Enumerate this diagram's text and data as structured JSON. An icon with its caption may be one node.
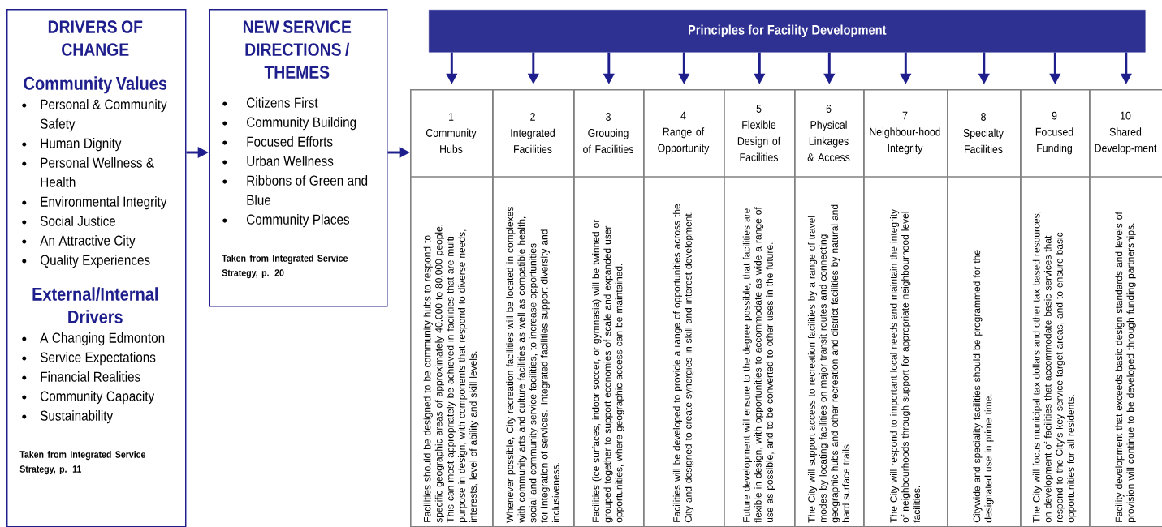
{
  "diagram": {
    "nodes": [
      {
        "text": [
          "DRIVERS OF CHANGE",
          "Community Values",
          "Personal & Community Safety",
          "Human Dignity",
          "Personal Wellness & Health",
          "Environmental Integrity",
          "Social Justice",
          "An Attractive City",
          "Quality Experiences",
          "External/Internal Drivers",
          "A Changing Edmonton",
          "Service Expectations",
          "Financial Realities",
          "Community Capacity",
          "Sustainability",
          "Taken from Integrated Service Strategy, p. 11"
        ]
      },
      {
        "text": [
          "NEW SERVICE DIRECTIONS / THEMES",
          "Citizens First",
          "Community Building",
          "Focused Efforts",
          "Urban Wellness",
          "Ribbons of Green and Blue",
          "Community Places",
          "Taken from Integrated Service Strategy, p. 20"
        ]
      },
      {
        "text": [
          "Principles for Facility Development"
        ]
      },
      {
        "text": [
          "1",
          "Community Hubs",
          "Facilities should be designed to be community hubs to respond to specific geographic areas of approximately 40,000 to 80,000 people. This can most appropriately be achieved in facilities that are multi-purpose in design, with components that respond to diverse needs, interests, level of ability and skill levels."
        ]
      },
      {
        "text": [
          "2",
          "Integrated Facilities",
          "Whenever possible, City recreation facilities will be located in complexes with community arts and culture facilities as well as compatible health, social and community service facilities, to increase opportunities for integration of services. Integrated facilities support diversity and inclusiveness."
        ]
      },
      {
        "text": [
          "3",
          "Grouping of Facilities",
          "Facilities (ice surfaces, indoor soccer, or gymnasia) will be twinned or grouped together to support economies of scale and expanded user opportunities, where geographic access can be maintained."
        ]
      },
      {
        "text": [
          "4",
          "Range of Opportunity",
          "Facilities will be developed to provide a range of opportunities across the City and designed to create synergies in skill and interest development."
        ]
      },
      {
        "text": [
          "5",
          "Flexible Design of Facilities",
          "Future development will ensure to the degree possible, that facilities are flexible in design, with opportunities to accommodate as wide a range of use as possible, and to be converted to other uses in the future."
        ]
      },
      {
        "text": [
          "6",
          "Physical Linkages & Access",
          "The City will support access to recreation facilities by a range of travel modes by locating facilities on major transit routes and connecting geographic hubs and other recreation and district facilities by natural and hard surface trails."
        ]
      },
      {
        "text": [
          "7",
          "Neighbour-hood Integrity",
          "The City will respond to important local needs and maintain the integrity of neighbourhoods through support for appropriate neighbourhood level facilities."
        ]
      },
      {
        "text": [
          "8",
          "Specialty Facilities",
          "Citywide and speciality facilities should be programmed for the designated use in prime time."
        ]
      },
      {
        "text": [
          "9",
          "Focused Funding",
          "The City will focus municipal tax dollars and other tax based resources, on development of facilities that accommodate basic services that respond to the City's key service target areas, and to ensure basic opportunities for all residents."
        ]
      },
      {
        "text": [
          "10",
          "Shared Develop-ment",
          "Facility development that exceeds basic design standards and levels of provision will continue to be developed through funding partnerships."
        ]
      }
    ],
    "edges": [
      {
        "from": 0,
        "to": 1,
        "arrow": "to"
      },
      {
        "from": 1,
        "to": 3,
        "arrow": "to"
      },
      {
        "from": 2,
        "to": 3,
        "arrow": "to"
      },
      {
        "from": 2,
        "to": 4,
        "arrow": "to"
      },
      {
        "from": 2,
        "to": 5,
        "arrow": "to"
      },
      {
        "from": 2,
        "to": 6,
        "arrow": "to"
      },
      {
        "from": 2,
        "to": 7,
        "arrow": "to"
      },
      {
        "from": 2,
        "to": 8,
        "arrow": "to"
      },
      {
        "from": 2,
        "to": 9,
        "arrow": "to"
      },
      {
        "from": 2,
        "to": 10,
        "arrow": "to"
      },
      {
        "from": 2,
        "to": 11,
        "arrow": "to"
      },
      {
        "from": 2,
        "to": 12,
        "arrow": "to"
      }
    ]
  }
}
